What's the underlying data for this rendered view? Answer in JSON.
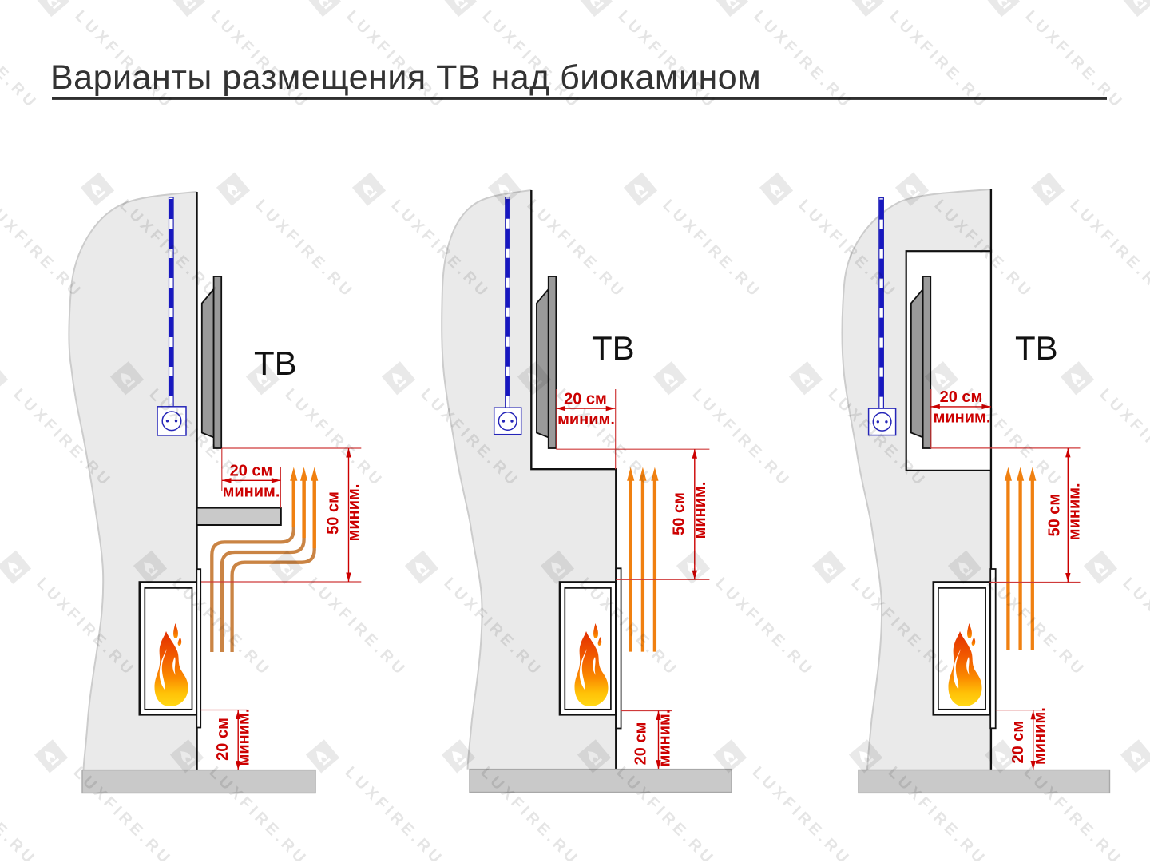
{
  "title": {
    "text": "Варианты размещения ТВ над биокамином"
  },
  "watermark": {
    "brand": "LUXFIRE.RU"
  },
  "panels": [
    {
      "tv_label": "ТВ",
      "side_clearance": {
        "value": "20 см",
        "qualifier": "миним."
      },
      "vertical_clearance": {
        "value": "50 см",
        "qualifier": "миним."
      },
      "floor_clearance": {
        "value": "20 см",
        "qualifier": "миним."
      }
    },
    {
      "tv_label": "ТВ",
      "side_clearance": {
        "value": "20 см",
        "qualifier": "миним."
      },
      "vertical_clearance": {
        "value": "50 см",
        "qualifier": "миним."
      },
      "floor_clearance": {
        "value": "20 см",
        "qualifier": "миним."
      }
    },
    {
      "tv_label": "ТВ",
      "side_clearance": {
        "value": "20 см",
        "qualifier": "миним."
      },
      "vertical_clearance": {
        "value": "50 см",
        "qualifier": "миним."
      },
      "floor_clearance": {
        "value": "20 см",
        "qualifier": "миним."
      }
    }
  ],
  "colors": {
    "dimension_red": "#cc0000",
    "cable_blue": "#1717c0",
    "heat_arrow_orange": "#f08010",
    "duct_tan": "#ca8444",
    "wall_gray": "#eaeaea",
    "slab_gray": "#c9c9c9",
    "tv_gray": "#9a9a9a"
  }
}
